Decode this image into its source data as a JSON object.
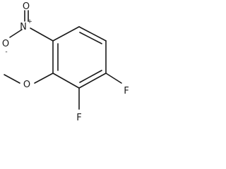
{
  "molecule": {
    "atoms": {
      "nitro_n": "N",
      "nitro_n_charge": "+",
      "nitro_o_top": "O",
      "nitro_o_left": "O",
      "nitro_o_left_charge": "-",
      "methoxy_o": "O",
      "fluoro_right": "F",
      "fluoro_bottom": "F"
    }
  }
}
